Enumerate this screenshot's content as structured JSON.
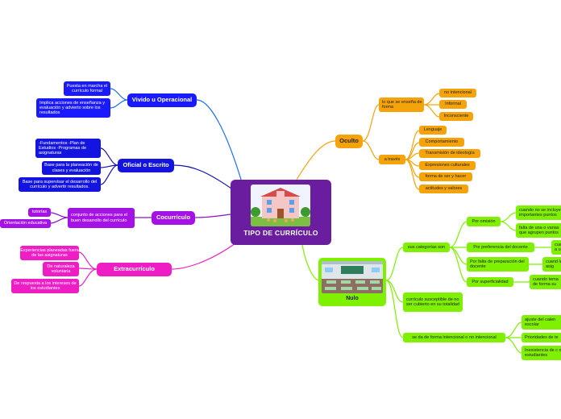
{
  "center": {
    "title": "TIPO DE CURRÍCULO"
  },
  "vivido": {
    "title": "Vivido u Operacional",
    "items": [
      "Puesta en marcha el currículo formal",
      "Implica acciones de enseñanza y evaluación y advierto sobre los resultados"
    ]
  },
  "oficial": {
    "title": "Oficial o Escrito",
    "items": [
      "-Fundamentos -Plan de Estudios -Programas de asignaturas",
      "Base para la planeación de clases y evaluación",
      "Base para supervisar el desarrollo del currículo y advertir resultados."
    ]
  },
  "cocurricular": {
    "title": "Cocurrículo",
    "desc": "conjunto de acciones para el buen desarrollo del currículo",
    "items": [
      "tutorías",
      "Orientación educativa"
    ]
  },
  "extracurricular": {
    "title": "Extracurrículo",
    "items": [
      "Experiencias planeadas fuera de las asignaturas",
      "De naturaleza voluntaria",
      "De respuesta a los intereses de los estudiantes"
    ]
  },
  "oculto": {
    "title": "Oculto",
    "forma": "lo que se enseña de forma",
    "forma_items": [
      "no intencional",
      "Informal",
      "Inconsciente"
    ],
    "traves": "a través",
    "traves_items": [
      "Lenguaje",
      "Comportamiento",
      "Transmisión de ideología",
      "Expresiones culturales",
      "forma de ser y hacer",
      "actitudes y valores"
    ]
  },
  "nulo": {
    "title": "Nulo",
    "categorias": "sus categorías son",
    "cat_items": [
      "Por omisión",
      "Por preferencia del docente",
      "Por falta de preparación del docente",
      "Por superficialidad"
    ],
    "omision_items": [
      "cuando no se incluyen importantes puntos",
      "falta de una o varias que agrupen puntos"
    ],
    "preferencia_item": "cua a u",
    "falta_item": "cuand la asig",
    "superficial_item": "cuando tema de forma su",
    "susceptible": "currículo susceptible de no ser cubierto en su totalidad",
    "intencional": "se da de forma intencional o no intencional",
    "intencional_items": [
      "ajuste del calen escolar",
      "Prioridades de te",
      "Inexistencia de c o estudiantes"
    ]
  },
  "colors": {
    "center": "#6a1d9e",
    "blue": "#1a1aff",
    "purple": "#a512e6",
    "magenta": "#ee1ec4",
    "orange": "#f5a30a",
    "green": "#7ef000"
  }
}
